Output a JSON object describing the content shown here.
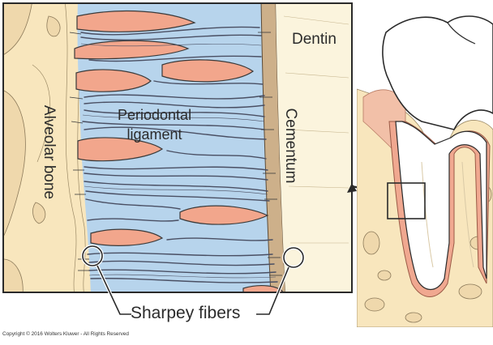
{
  "labels": {
    "dentin": "Dentin",
    "periodontal_line1": "Periodontal",
    "periodontal_line2": "ligament",
    "alveolar_bone": "Alveolar bone",
    "cementum": "Cementum",
    "sharpey_fibers": "Sharpey fibers"
  },
  "copyright": "Copyright © 2016 Wolters Kluwer - All Rights Reserved",
  "colors": {
    "ligament_blue": "#b7d4ec",
    "fiber_line": "#4a4f63",
    "blood_vessel_pink": "#f2a68c",
    "bone_cream": "#f8e6bd",
    "cementum_tan": "#cdb08a",
    "dentin_cream": "#fbf4dd",
    "outline": "#2a2a2a"
  }
}
